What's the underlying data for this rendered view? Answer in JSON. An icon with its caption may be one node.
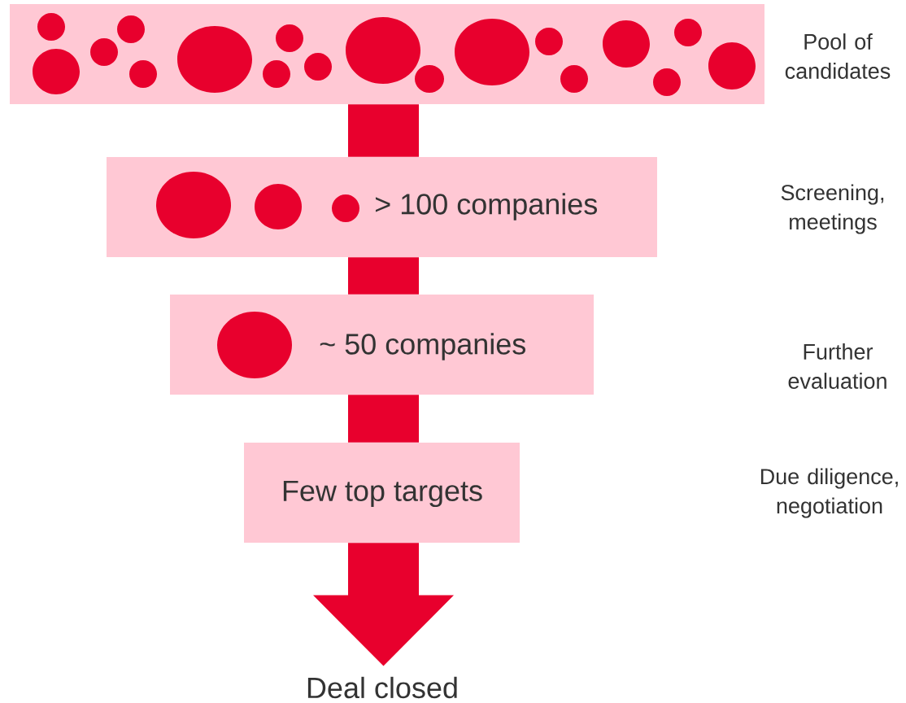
{
  "diagram": {
    "nodes": [
      {
        "text": [],
        "shape": "box"
      },
      {
        "text": [
          "> 100 companies"
        ]
      },
      {
        "text": [
          "~ 50 companies"
        ]
      },
      {
        "text": [
          "Few top targets"
        ]
      },
      {
        "text": [
          "Deal closed"
        ]
      }
    ],
    "edges": [
      {
        "from": 0,
        "to": 1,
        "arrow": "none"
      },
      {
        "from": 1,
        "to": 2,
        "arrow": "none"
      },
      {
        "from": 2,
        "to": 3,
        "arrow": "none"
      },
      {
        "from": 3,
        "to": 4,
        "arrow": "to"
      }
    ],
    "labels": [
      "Pool of candidates",
      "Screening, meetings",
      "Further evaluation",
      "Due diligence, negotiation"
    ]
  }
}
